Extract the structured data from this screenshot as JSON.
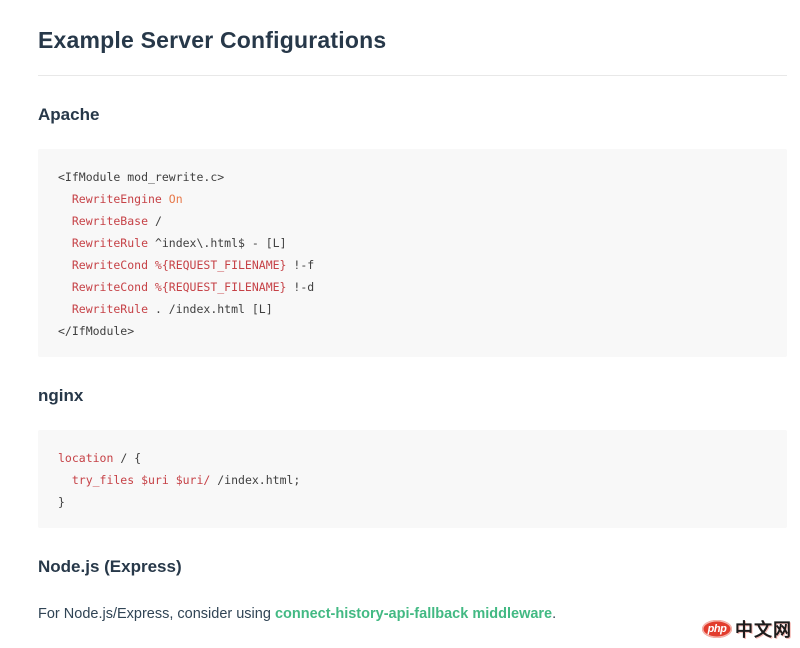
{
  "page": {
    "title": "Example Server Configurations"
  },
  "sections": {
    "apache": {
      "heading": "Apache"
    },
    "nginx": {
      "heading": "nginx"
    },
    "node": {
      "heading": "Node.js (Express)",
      "text_before": "For Node.js/Express, consider using ",
      "link_text": "connect-history-api-fallback middleware",
      "text_after": "."
    }
  },
  "code_blocks": {
    "apache": {
      "lines": [
        [
          {
            "text": "<IfModule mod_rewrite.c>",
            "type": "plain"
          }
        ],
        [
          {
            "text": "  RewriteEngine",
            "type": "directive"
          },
          {
            "text": " ",
            "type": "plain"
          },
          {
            "text": "On",
            "type": "value"
          }
        ],
        [
          {
            "text": "  RewriteBase",
            "type": "directive"
          },
          {
            "text": " /",
            "type": "plain"
          }
        ],
        [
          {
            "text": "  RewriteRule",
            "type": "directive"
          },
          {
            "text": " ^index\\.html$ - [L]",
            "type": "plain"
          }
        ],
        [
          {
            "text": "  RewriteCond %{REQUEST_FILENAME}",
            "type": "directive"
          },
          {
            "text": " !-f",
            "type": "plain"
          }
        ],
        [
          {
            "text": "  RewriteCond %{REQUEST_FILENAME}",
            "type": "directive"
          },
          {
            "text": " !-d",
            "type": "plain"
          }
        ],
        [
          {
            "text": "  RewriteRule",
            "type": "directive"
          },
          {
            "text": " . /index.html [L]",
            "type": "plain"
          }
        ],
        [
          {
            "text": "</IfModule>",
            "type": "plain"
          }
        ]
      ]
    },
    "nginx": {
      "lines": [
        [
          {
            "text": "location",
            "type": "directive"
          },
          {
            "text": " / {",
            "type": "plain"
          }
        ],
        [
          {
            "text": "  try_files $uri $uri/",
            "type": "directive"
          },
          {
            "text": " /index.html;",
            "type": "plain"
          }
        ],
        [
          {
            "text": "}",
            "type": "plain"
          }
        ]
      ]
    }
  },
  "watermark": {
    "badge": "php",
    "site": "中文网"
  },
  "colors": {
    "heading": "#273849",
    "text": "#304455",
    "link": "#42b983",
    "code_bg": "#f8f8f8",
    "code_text": "#404040",
    "code_directive": "#c64247",
    "code_value": "#e7794a",
    "brand_red": "#e23c2d"
  }
}
